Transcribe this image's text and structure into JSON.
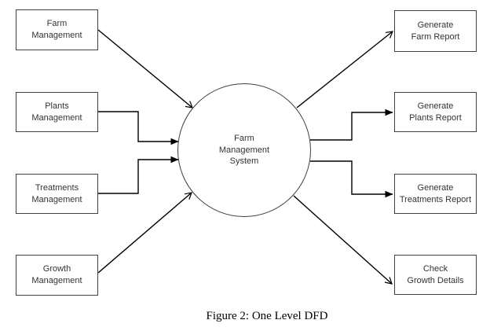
{
  "colors": {
    "background": "#ffffff",
    "line": "#000000",
    "box_border": "#404040",
    "text": "#333333"
  },
  "caption": "Figure 2: One Level DFD",
  "process": {
    "label": "Farm\nManagement\nSystem"
  },
  "entities": {
    "inputs": [
      {
        "label": "Farm\nManagement"
      },
      {
        "label": "Plants\nManagement"
      },
      {
        "label": "Treatments\nManagement"
      },
      {
        "label": "Growth\nManagement"
      }
    ],
    "outputs": [
      {
        "label": "Generate\nFarm Report"
      },
      {
        "label": "Generate\nPlants Report"
      },
      {
        "label": "Generate\nTreatments Report"
      },
      {
        "label": "Check\nGrowth Details"
      }
    ]
  }
}
